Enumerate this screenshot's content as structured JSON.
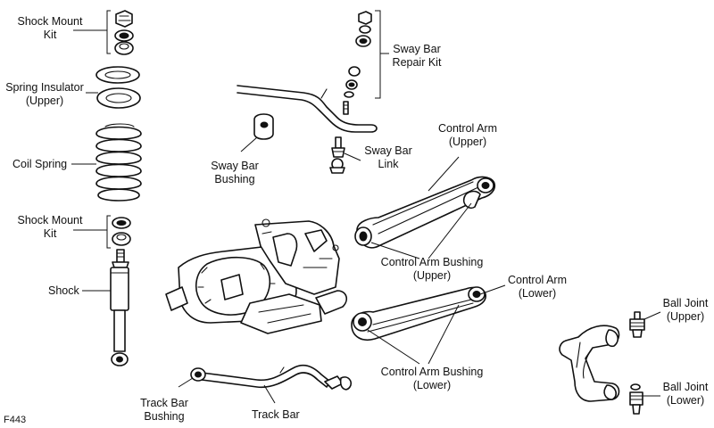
{
  "labels": {
    "shock_mount_kit_upper": [
      "Shock Mount",
      "Kit"
    ],
    "spring_insulator_upper": [
      "Spring Insulator",
      "(Upper)"
    ],
    "coil_spring": [
      "Coil Spring"
    ],
    "shock_mount_kit_lower": [
      "Shock Mount",
      "Kit"
    ],
    "shock": [
      "Shock"
    ],
    "sway_bar_repair_kit": [
      "Sway Bar",
      "Repair Kit"
    ],
    "sway_bar_bushing": [
      "Sway Bar",
      "Bushing"
    ],
    "sway_bar_link": [
      "Sway Bar",
      "Link"
    ],
    "control_arm_upper": [
      "Control Arm",
      "(Upper)"
    ],
    "control_arm_bushing_upper": [
      "Control Arm Bushing",
      "(Upper)"
    ],
    "control_arm_lower": [
      "Control Arm",
      "(Lower)"
    ],
    "control_arm_bushing_lower": [
      "Control Arm Bushing",
      "(Lower)"
    ],
    "ball_joint_upper": [
      "Ball Joint",
      "(Upper)"
    ],
    "ball_joint_lower": [
      "Ball Joint",
      "(Lower)"
    ],
    "track_bar_bushing": [
      "Track Bar",
      "Bushing"
    ],
    "track_bar": [
      "Track Bar"
    ]
  },
  "figure_code": "F443"
}
